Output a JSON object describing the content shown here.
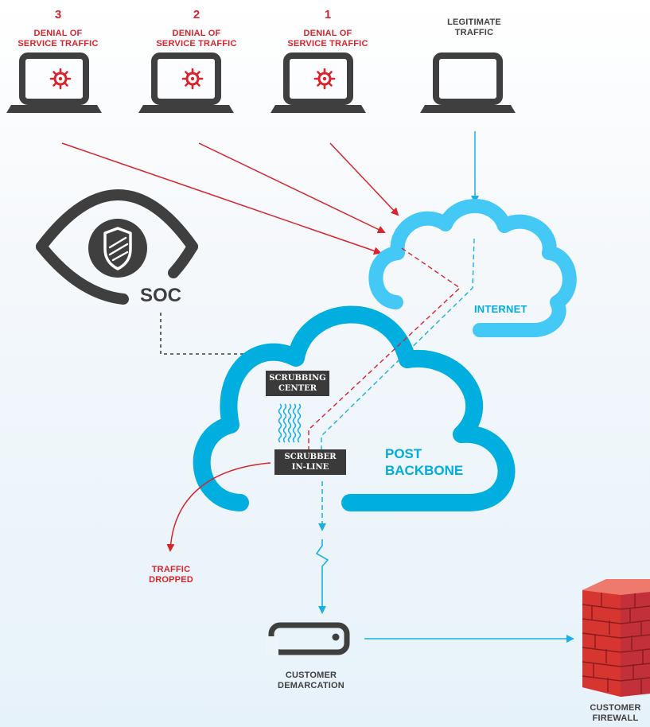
{
  "attackers": [
    {
      "number": "3",
      "label_line1": "DENIAL OF",
      "label_line2": "SERVICE TRAFFIC"
    },
    {
      "number": "2",
      "label_line1": "DENIAL OF",
      "label_line2": "SERVICE TRAFFIC"
    },
    {
      "number": "1",
      "label_line1": "DENIAL OF",
      "label_line2": "SERVICE TRAFFIC"
    }
  ],
  "legitimate": {
    "line1": "LEGITIMATE",
    "line2": "TRAFFIC"
  },
  "soc": {
    "label": "SOC"
  },
  "internet": {
    "label": "INTERNET"
  },
  "backbone": {
    "line1": "POST",
    "line2": "BACKBONE"
  },
  "scrubbing_center": {
    "line1": "SCRUBBING",
    "line2": "CENTER"
  },
  "scrubber_inline": {
    "line1": "SCRUBBER",
    "line2": "IN-LINE"
  },
  "dropped": {
    "line1": "TRAFFIC",
    "line2": "DROPPED"
  },
  "demarcation": {
    "line1": "CUSTOMER",
    "line2": "DEMARCATION"
  },
  "firewall": {
    "line1": "CUSTOMER",
    "line2": "FIREWALL"
  },
  "colors": {
    "attack_red": "#d9232d",
    "traffic_blue": "#1ab0e4",
    "cloud_light_blue": "#44c8f5",
    "cloud_blue": "#00aee0",
    "dark_gray": "#3f3f40"
  },
  "icons": [
    "laptop-virus-icon",
    "laptop-icon",
    "eye-shield-icon",
    "cloud-icon",
    "router-box-icon",
    "brick-wall-icon"
  ]
}
